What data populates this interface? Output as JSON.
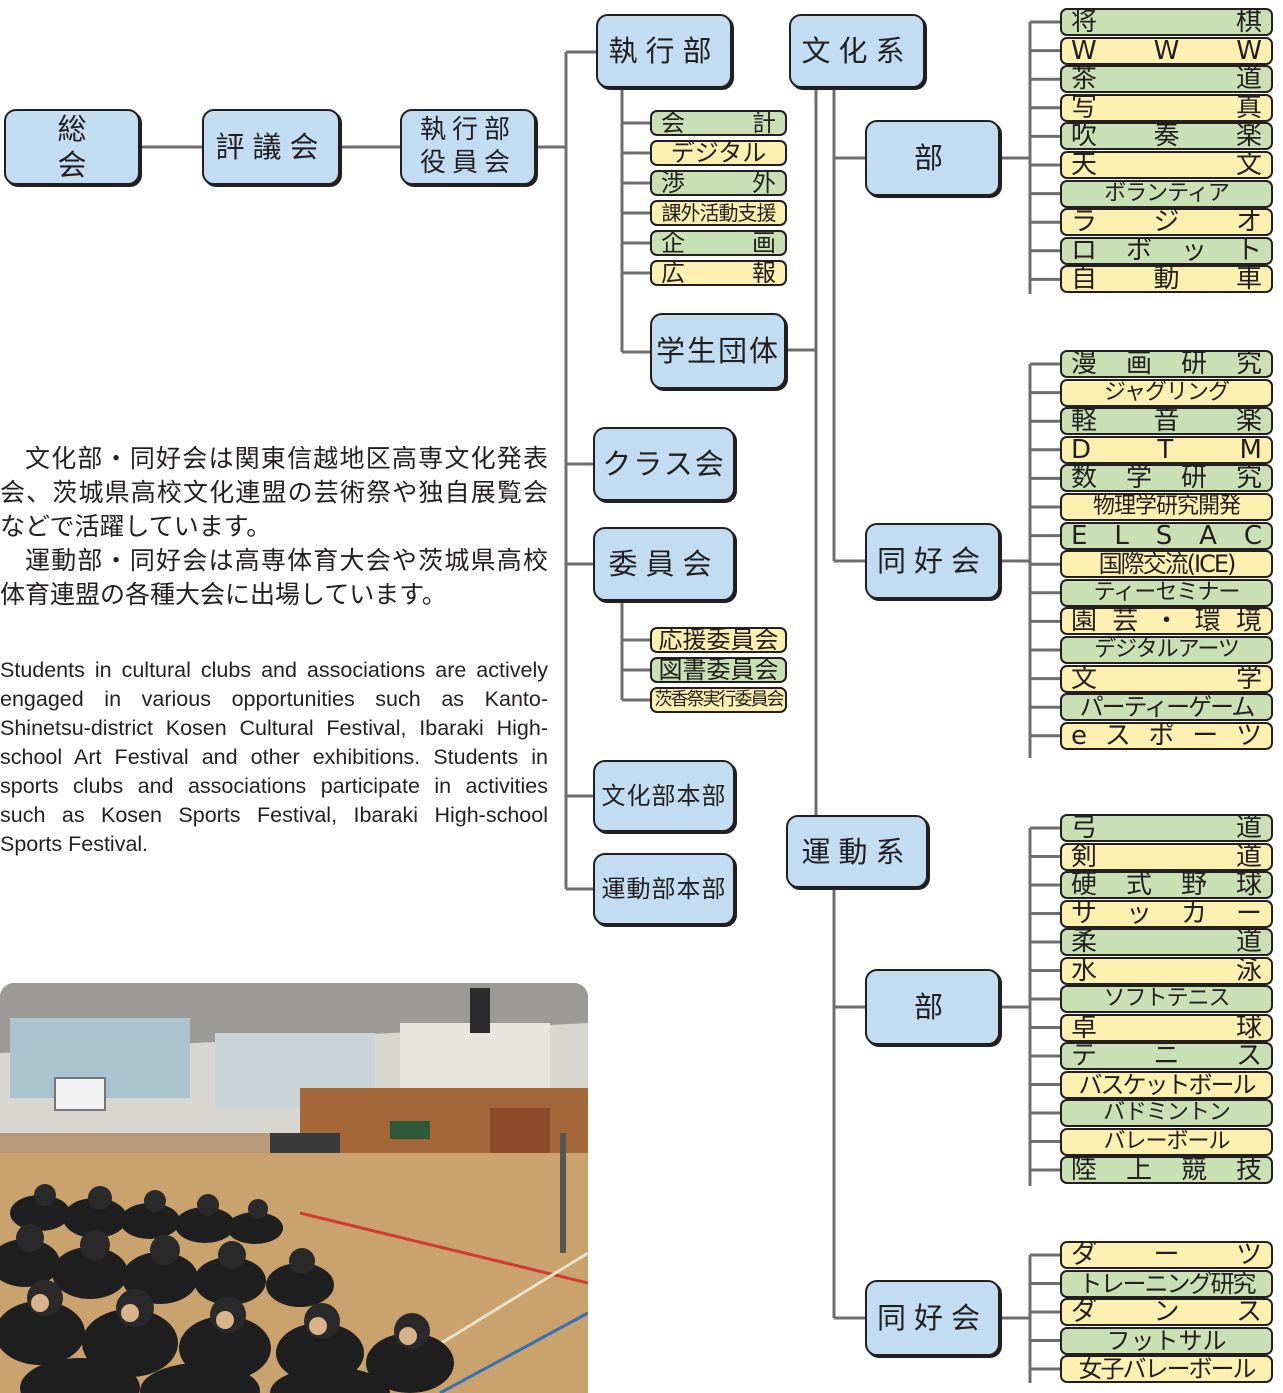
{
  "hierarchy": {
    "general_assembly": "総　　会",
    "council": "評議会",
    "officers_1": "執行部",
    "officers_2": "役員会"
  },
  "executive": {
    "title": "執行部",
    "items": [
      {
        "parts": [
          "会",
          "計"
        ],
        "color": "g"
      },
      {
        "text": "デジタル",
        "color": "y"
      },
      {
        "parts": [
          "渉",
          "外"
        ],
        "color": "g"
      },
      {
        "text": "課外活動支援",
        "color": "y"
      },
      {
        "parts": [
          "企",
          "画"
        ],
        "color": "g"
      },
      {
        "parts": [
          "広",
          "報"
        ],
        "color": "y"
      }
    ]
  },
  "student_groups": "学生団体",
  "class_assoc": "クラス会",
  "committees": {
    "title": "委員会",
    "items": [
      {
        "text": "応援委員会",
        "color": "y"
      },
      {
        "text": "図書委員会",
        "color": "g"
      },
      {
        "text": "茨香祭実行委員会",
        "color": "y"
      }
    ]
  },
  "culture_hq": "文化部本部",
  "sports_hq": "運動部本部",
  "culture": {
    "title": "文化系",
    "clubs_label": "部",
    "clubs": [
      {
        "parts": [
          "将",
          "棋"
        ],
        "color": "g"
      },
      {
        "parts": [
          "W",
          "W",
          "W"
        ],
        "color": "y"
      },
      {
        "parts": [
          "茶",
          "道"
        ],
        "color": "g"
      },
      {
        "parts": [
          "写",
          "真"
        ],
        "color": "y"
      },
      {
        "parts": [
          "吹",
          "奏",
          "楽"
        ],
        "color": "g"
      },
      {
        "parts": [
          "天",
          "文"
        ],
        "color": "y"
      },
      {
        "text": "ボランティア",
        "color": "g"
      },
      {
        "parts": [
          "ラ",
          "ジ",
          "オ"
        ],
        "color": "y"
      },
      {
        "parts": [
          "ロ",
          "ボ",
          "ッ",
          "ト"
        ],
        "color": "g"
      },
      {
        "parts": [
          "自",
          "動",
          "車"
        ],
        "color": "y"
      }
    ],
    "assoc_label": "同好会",
    "assocs": [
      {
        "parts": [
          "漫",
          "画",
          "研",
          "究"
        ],
        "color": "g"
      },
      {
        "text": "ジャグリング",
        "color": "y"
      },
      {
        "parts": [
          "軽",
          "音",
          "楽"
        ],
        "color": "g"
      },
      {
        "parts": [
          "D",
          "T",
          "M"
        ],
        "color": "y"
      },
      {
        "parts": [
          "数",
          "学",
          "研",
          "究"
        ],
        "color": "g"
      },
      {
        "text": "物理学研究開発",
        "color": "y"
      },
      {
        "parts": [
          "E",
          "L",
          "S",
          "A",
          "C"
        ],
        "color": "g"
      },
      {
        "text": "国際交流(ICE)",
        "color": "y"
      },
      {
        "text": "ティーセミナー",
        "color": "g"
      },
      {
        "parts": [
          "園",
          "芸",
          "・",
          "環",
          "境"
        ],
        "color": "y"
      },
      {
        "text": "デジタルアーツ",
        "color": "g"
      },
      {
        "parts": [
          "文",
          "学"
        ],
        "color": "y"
      },
      {
        "text": "パーティーゲーム",
        "color": "g"
      },
      {
        "parts": [
          "e",
          "ス",
          "ポ",
          "ー",
          "ツ"
        ],
        "color": "y"
      }
    ]
  },
  "sports": {
    "title": "運動系",
    "clubs_label": "部",
    "clubs": [
      {
        "parts": [
          "弓",
          "道"
        ],
        "color": "g"
      },
      {
        "parts": [
          "剣",
          "道"
        ],
        "color": "y"
      },
      {
        "parts": [
          "硬",
          "式",
          "野",
          "球"
        ],
        "color": "g"
      },
      {
        "parts": [
          "サ",
          "ッ",
          "カ",
          "ー"
        ],
        "color": "y"
      },
      {
        "parts": [
          "柔",
          "道"
        ],
        "color": "g"
      },
      {
        "parts": [
          "水",
          "泳"
        ],
        "color": "y"
      },
      {
        "text": "ソフトテニス",
        "color": "g"
      },
      {
        "parts": [
          "卓",
          "球"
        ],
        "color": "y"
      },
      {
        "parts": [
          "テ",
          "ニ",
          "ス"
        ],
        "color": "g"
      },
      {
        "text": "バスケットボール",
        "color": "y"
      },
      {
        "text": "バドミントン",
        "color": "g"
      },
      {
        "text": "バレーボール",
        "color": "y"
      },
      {
        "parts": [
          "陸",
          "上",
          "競",
          "技"
        ],
        "color": "g"
      }
    ],
    "assoc_label": "同好会",
    "assocs": [
      {
        "parts": [
          "ダ",
          "ー",
          "ツ"
        ],
        "color": "y"
      },
      {
        "text": "トレーニング研究",
        "color": "g"
      },
      {
        "parts": [
          "ダ",
          "ン",
          "ス"
        ],
        "color": "y"
      },
      {
        "text": "フットサル",
        "color": "g"
      },
      {
        "text": "女子バレーボール",
        "color": "y"
      }
    ]
  },
  "text": {
    "jp_para1": "文化部・同好会は関東信越地区高専文化発表会、茨城県高校文化連盟の芸術祭や独自展覧会などで活躍しています。",
    "jp_para2": "運動部・同好会は高専体育大会や茨城県高校体育連盟の各種大会に出場しています。",
    "en_para": "Students in cultural clubs and associations are actively engaged in various opportunities such as Kanto-Shinetsu-district Kosen Cultural Festival, Ibaraki High-school Art Festival and other exhibitions. Students in sports clubs and associations participate in activities such as Kosen Sports Festival, Ibaraki High-school Sports Festival."
  },
  "colors": {
    "box_fill": "#c2dcf2",
    "pill_green": "#c8e0b4",
    "pill_yellow": "#fdf0b0",
    "line": "#231f20"
  }
}
